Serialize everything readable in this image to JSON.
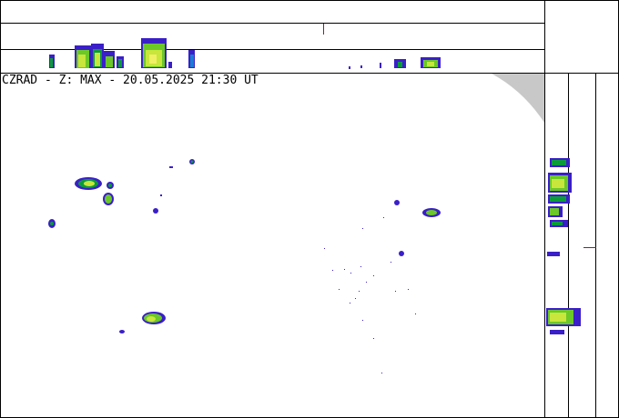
{
  "caption": "CZRAD - Z: MAX - 20.05.2025 21:30 UT",
  "colors": {
    "background": "#ffffff",
    "frame_lines": "#000000",
    "out_of_range": "#c8c8c8",
    "marker": "#8b1a4a",
    "echo_weak": "#3a1fc8",
    "echo_light": "#1b7bd6",
    "echo_moderate": "#0c9b3a",
    "echo_medium": "#6cc828",
    "echo_strong": "#c8e63c",
    "echo_heavy": "#f0f064"
  },
  "views": [
    "plan-view",
    "top-projection",
    "side-projection"
  ]
}
